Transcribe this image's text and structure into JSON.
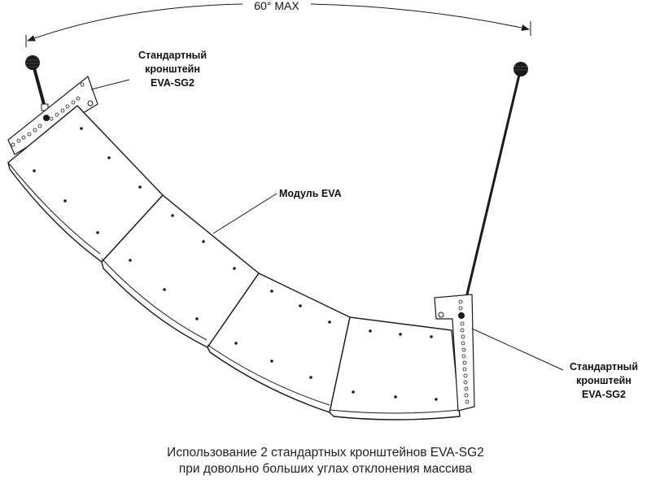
{
  "angle_label": "60° MAX",
  "bracket_left": {
    "line1": "Стандартный",
    "line2": "кронштейн",
    "line3": "EVA-SG2"
  },
  "module_label": "Модуль EVA",
  "bracket_right": {
    "line1": "Стандартный",
    "line2": "кронштейн",
    "line3": "EVA-SG2"
  },
  "caption": {
    "line1": "Использование 2 стандартных кронштейнов EVA-SG2",
    "line2": "при довольно больших углах отклонения массива"
  },
  "colors": {
    "line": "#1a1a1a",
    "fill": "#ffffff"
  },
  "icons": [
    "pickup-ball-icon",
    "rigging-hole-icon",
    "pivot-pin-icon"
  ]
}
